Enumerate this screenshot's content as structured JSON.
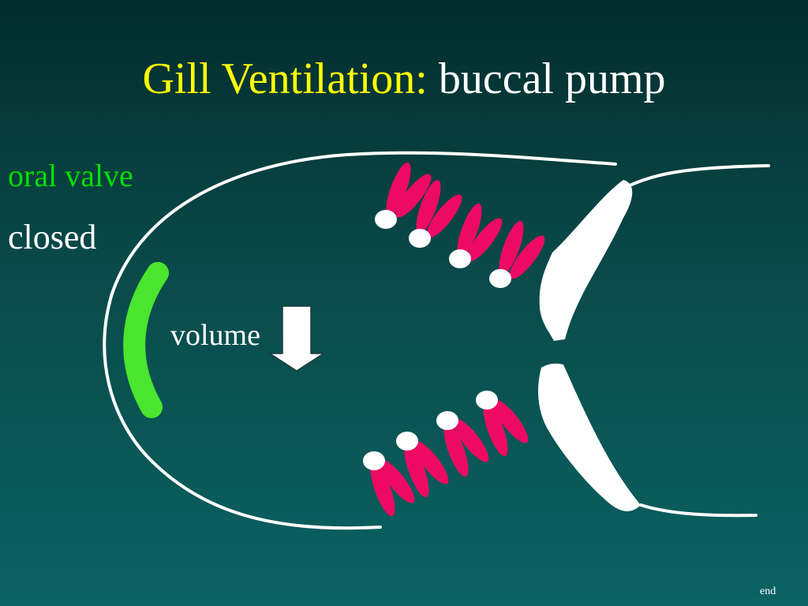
{
  "slide": {
    "title_main": "Gill Ventilation:",
    "title_sub": "buccal pump"
  },
  "labels": {
    "oral_valve": "oral valve",
    "valve_state": "closed",
    "volume": "volume"
  },
  "nav": {
    "end_label": "end"
  },
  "colors": {
    "title_highlight": "#ffff00",
    "oral_valve": "#4ae52e",
    "oral_valve_label": "#00e000",
    "gill_filament": "#ee0a63",
    "outline": "#ffffff",
    "background_top": "#032c2c",
    "background_bottom": "#0b6262"
  }
}
